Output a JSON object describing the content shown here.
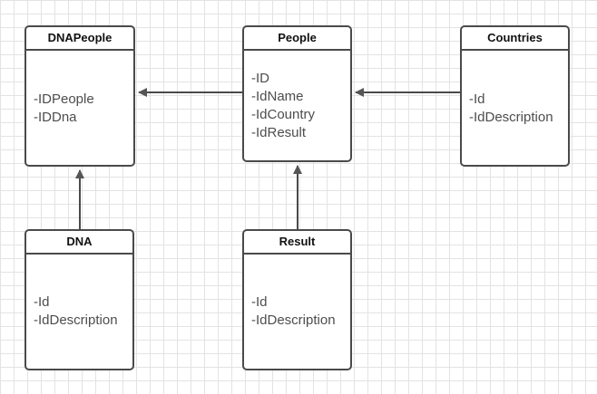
{
  "entities": [
    {
      "key": "dnapeople",
      "title": "DNAPeople",
      "fields": [
        "-IDPeople",
        "-IDDna"
      ]
    },
    {
      "key": "people",
      "title": "People",
      "fields": [
        "-ID",
        "-IdName",
        "-IdCountry",
        "-IdResult"
      ]
    },
    {
      "key": "countries",
      "title": "Countries",
      "fields": [
        "-Id",
        "-IdDescription"
      ]
    },
    {
      "key": "dna",
      "title": "DNA",
      "fields": [
        "-Id",
        "-IdDescription"
      ]
    },
    {
      "key": "result",
      "title": "Result",
      "fields": [
        "-Id",
        "-IdDescription"
      ]
    }
  ],
  "relations": [
    {
      "from": "people",
      "to": "dnapeople"
    },
    {
      "from": "countries",
      "to": "people"
    },
    {
      "from": "dna",
      "to": "dnapeople"
    },
    {
      "from": "result",
      "to": "people"
    }
  ],
  "colors": {
    "stroke": "#4a4a4a",
    "field_text": "#4d4d4d",
    "title_text": "#111111",
    "grid": "#e3e3e3"
  }
}
